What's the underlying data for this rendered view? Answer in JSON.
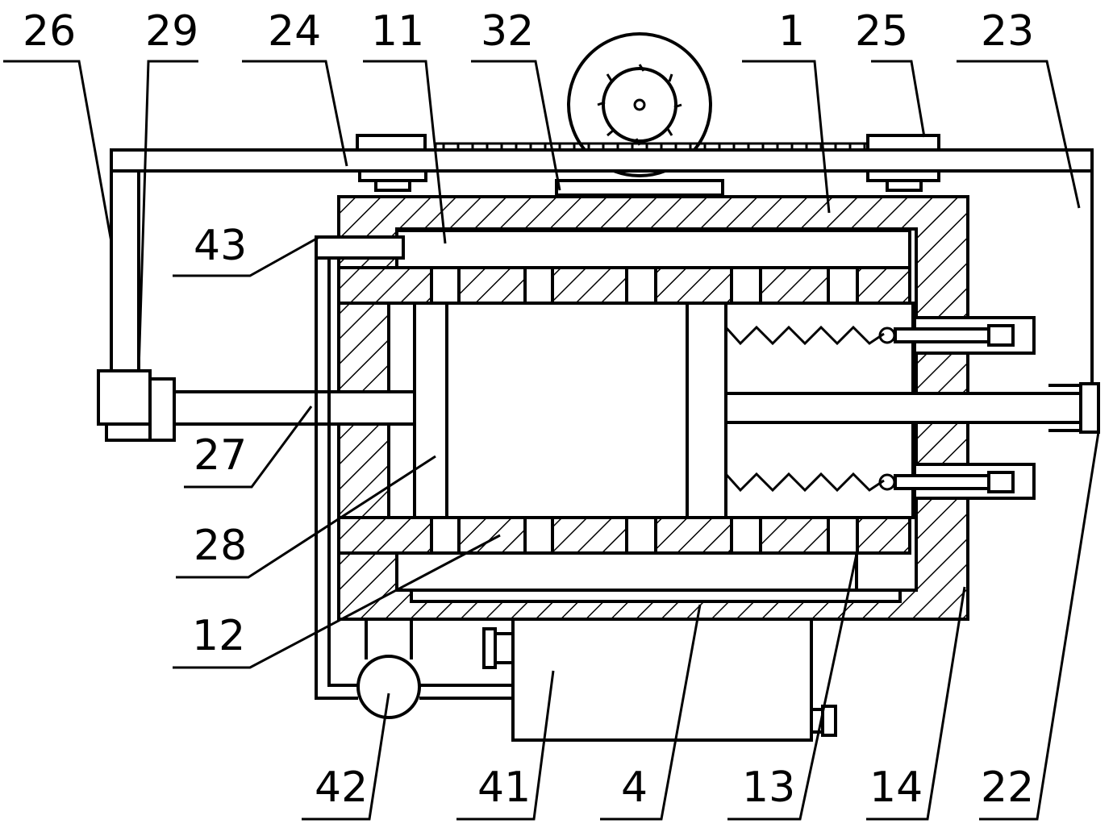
{
  "labels": {
    "top": [
      "26",
      "29",
      "24",
      "11",
      "32",
      "1",
      "25",
      "23"
    ],
    "left": [
      "43",
      "27",
      "28",
      "12"
    ],
    "bottom": [
      "42",
      "41",
      "4",
      "13",
      "14",
      "22"
    ]
  }
}
